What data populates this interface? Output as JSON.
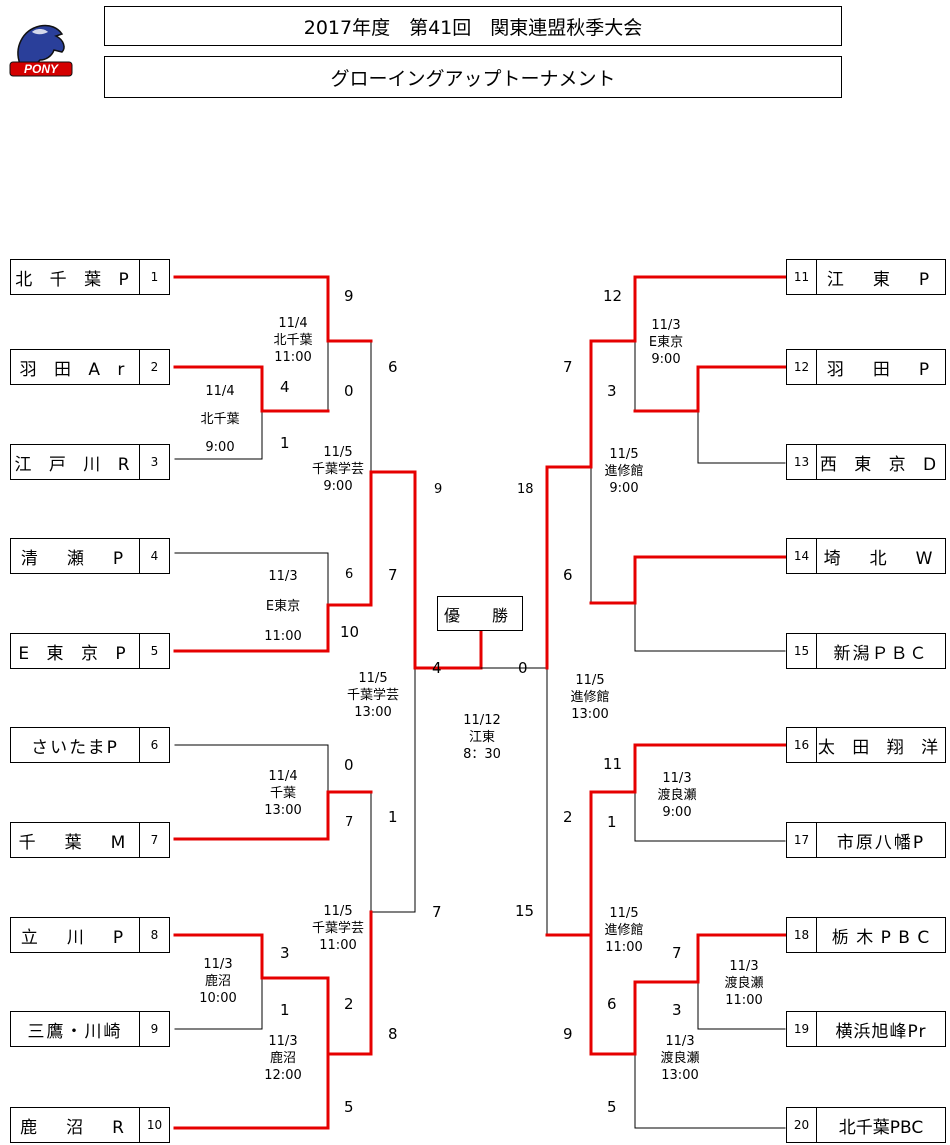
{
  "header": {
    "title": "2017年度　第41回　関東連盟秋季大会",
    "subtitle": "グローイングアップトーナメント",
    "logo_text": "PONY"
  },
  "champion_label": "優　勝",
  "teams": [
    {
      "num": "1",
      "name": "北 千 葉 P"
    },
    {
      "num": "2",
      "name": "羽 田 A r"
    },
    {
      "num": "3",
      "name": "江 戸 川 R"
    },
    {
      "num": "4",
      "name": "清　瀬　P"
    },
    {
      "num": "5",
      "name": "E 東 京 P"
    },
    {
      "num": "6",
      "name": "さいたまP"
    },
    {
      "num": "7",
      "name": "千　葉　M"
    },
    {
      "num": "8",
      "name": "立　川　P"
    },
    {
      "num": "9",
      "name": "三鷹・川崎"
    },
    {
      "num": "10",
      "name": "鹿　沼　R"
    },
    {
      "num": "11",
      "name": "江　東　P"
    },
    {
      "num": "12",
      "name": "羽　田　P"
    },
    {
      "num": "13",
      "name": "西 東 京 D"
    },
    {
      "num": "14",
      "name": "埼　北　W"
    },
    {
      "num": "15",
      "name": "新潟ＰＢＣ"
    },
    {
      "num": "16",
      "name": "太 田 翔 洋"
    },
    {
      "num": "17",
      "name": "市原八幡P"
    },
    {
      "num": "18",
      "name": "栃 木 P B C"
    },
    {
      "num": "19",
      "name": "横浜旭峰Pr"
    },
    {
      "num": "20",
      "name": "北千葉PBC"
    }
  ],
  "scores": [
    "9",
    "4",
    "0",
    "1",
    "6",
    "9",
    "6",
    "7",
    "10",
    "7",
    "4",
    "0",
    "0",
    "7",
    "1",
    "3",
    "2",
    "1",
    "8",
    "5",
    "7",
    "12",
    "3",
    "18",
    "6",
    "0",
    "11",
    "2",
    "1",
    "15",
    "7",
    "6",
    "3",
    "9",
    "5"
  ],
  "games": [
    {
      "date": "11/4",
      "venue": "北千葉",
      "time": "11:00"
    },
    {
      "date": "11/4",
      "venue": "北千葉",
      "time": "9:00"
    },
    {
      "date": "11/5",
      "venue": "千葉学芸",
      "time": "9:00"
    },
    {
      "date": "11/3",
      "venue": "E東京",
      "time": "11:00"
    },
    {
      "date": "11/5",
      "venue": "千葉学芸",
      "time": "13:00"
    },
    {
      "date": "11/4",
      "venue": "千葉",
      "time": "13:00"
    },
    {
      "date": "11/5",
      "venue": "千葉学芸",
      "time": "11:00"
    },
    {
      "date": "11/3",
      "venue": "鹿沼",
      "time": "10:00"
    },
    {
      "date": "11/3",
      "venue": "鹿沼",
      "time": "12:00"
    },
    {
      "date": "11/12",
      "venue": "江東",
      "time": "8：30"
    },
    {
      "date": "11/3",
      "venue": "E東京",
      "time": "9:00"
    },
    {
      "date": "11/5",
      "venue": "進修館",
      "time": "9:00"
    },
    {
      "date": "11/5",
      "venue": "進修館",
      "time": "13:00"
    },
    {
      "date": "11/3",
      "venue": "渡良瀬",
      "time": "9:00"
    },
    {
      "date": "11/5",
      "venue": "進修館",
      "time": "11:00"
    },
    {
      "date": "11/3",
      "venue": "渡良瀬",
      "time": "11:00"
    },
    {
      "date": "11/3",
      "venue": "渡良瀬",
      "time": "13:00"
    }
  ],
  "colors": {
    "winner_line": "#e60000",
    "line": "#000000"
  }
}
